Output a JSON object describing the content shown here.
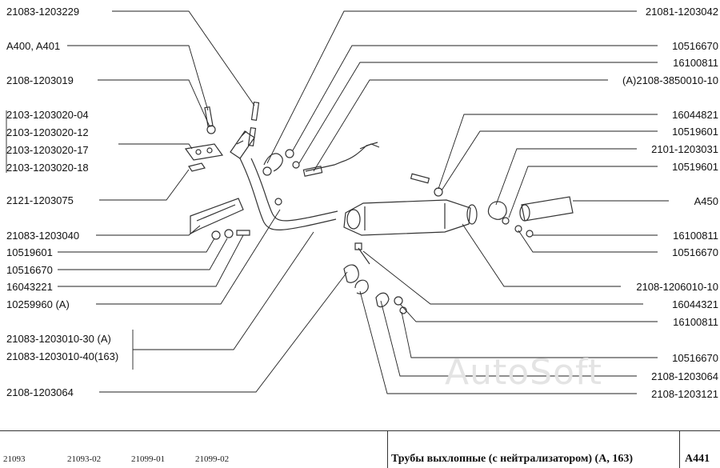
{
  "left_labels": [
    {
      "id": "l1",
      "text": "21083-1203229"
    },
    {
      "id": "l2",
      "text": "A400, A401"
    },
    {
      "id": "l3",
      "text": "2108-1203019"
    },
    {
      "id": "l4",
      "text": "2103-1203020-04"
    },
    {
      "id": "l5",
      "text": "2103-1203020-12"
    },
    {
      "id": "l6",
      "text": "2103-1203020-17"
    },
    {
      "id": "l7",
      "text": "2103-1203020-18"
    },
    {
      "id": "l8",
      "text": "2121-1203075"
    },
    {
      "id": "l9",
      "text": "21083-1203040"
    },
    {
      "id": "l10",
      "text": "10519601"
    },
    {
      "id": "l11",
      "text": "10516670"
    },
    {
      "id": "l12",
      "text": "16043221"
    },
    {
      "id": "l13",
      "text": "10259960   (A)"
    },
    {
      "id": "l14",
      "text": "21083-1203010-30  (A)"
    },
    {
      "id": "l15",
      "text": "21083-1203010-40(163)"
    },
    {
      "id": "l16",
      "text": "2108-1203064"
    }
  ],
  "right_labels": [
    {
      "id": "r1",
      "text": "21081-1203042"
    },
    {
      "id": "r2",
      "text": "10516670"
    },
    {
      "id": "r3",
      "text": "16100811"
    },
    {
      "id": "r4",
      "text": "(A)2108-3850010-10"
    },
    {
      "id": "r5",
      "text": "16044821"
    },
    {
      "id": "r6",
      "text": "10519601"
    },
    {
      "id": "r7",
      "text": "2101-1203031"
    },
    {
      "id": "r8",
      "text": "10519601"
    },
    {
      "id": "r9",
      "text": "A450"
    },
    {
      "id": "r10",
      "text": "16100811"
    },
    {
      "id": "r11",
      "text": "10516670"
    },
    {
      "id": "r12",
      "text": "2108-1206010-10"
    },
    {
      "id": "r13",
      "text": "16044321"
    },
    {
      "id": "r14",
      "text": "16100811"
    },
    {
      "id": "r15",
      "text": "10516670"
    },
    {
      "id": "r16",
      "text": "2108-1203064"
    },
    {
      "id": "r17",
      "text": "2108-1203121"
    }
  ],
  "watermark": "AutoSoft",
  "footer": {
    "models": [
      "21093",
      "21093-02",
      "21099-01",
      "21099-02"
    ],
    "title": "Трубы выхлопные (с нейтрализатором) (А, 163)",
    "page_code": "A441"
  }
}
